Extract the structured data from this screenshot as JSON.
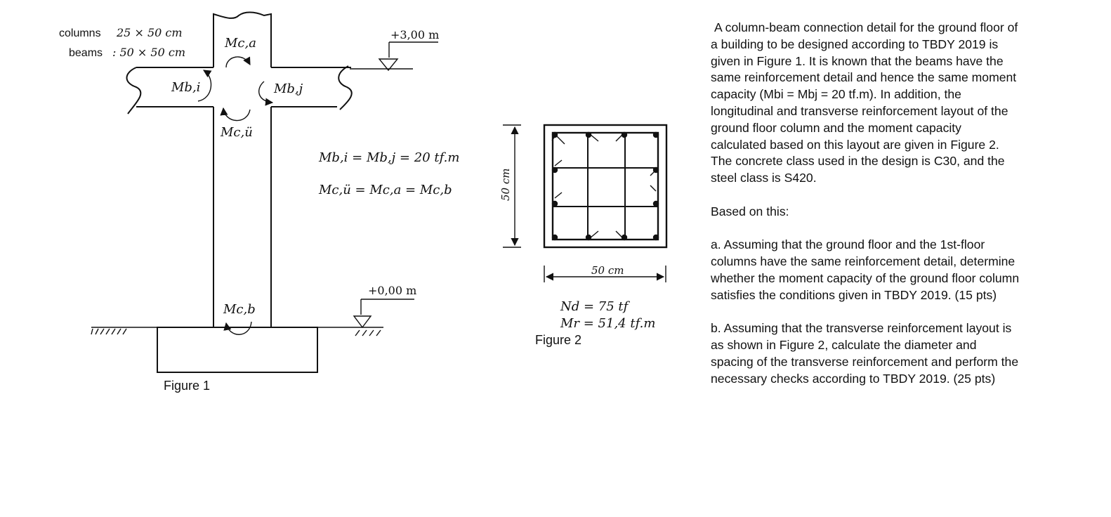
{
  "figure1": {
    "caption": "Figure 1",
    "columns_label": "columns",
    "columns_size": "25 × 50 cm",
    "beams_label": "beams",
    "beams_size": ": 50 × 50 cm",
    "elevation_top": "+3,00 m",
    "elevation_bottom": "+0,00 m",
    "moment_labels": {
      "mca": "Mc,a",
      "mbi": "Mb,i",
      "mbj": "Mb,j",
      "mcu": "Mc,ü",
      "mcb": "Mc,b"
    },
    "equation_1": "Mb,i = Mb,j = 20 tf.m",
    "equation_2": "Mc,ü = Mc,a = Mc,b"
  },
  "figure2": {
    "caption": "Figure 2",
    "height_dim": "50 cm",
    "width_dim": "50 cm",
    "nd": "Nd = 75 tf",
    "mr": "Mr = 51,4 tf.m"
  },
  "problem": {
    "intro": "A column-beam connection detail for the ground floor of a building to be designed according to TBDY 2019 is given in Figure 1. It is known that the beams have the same reinforcement detail and hence the same moment capacity (Mbi = Mbj = 20 tf.m). In addition, the longitudinal and transverse reinforcement layout of the ground floor column and the moment capacity calculated based on this layout are given in Figure 2. The concrete class used in the design is C30, and the steel class is S420.",
    "based_on": "Based on this:",
    "part_a": "a. Assuming that the ground floor and the 1st-floor columns have the same reinforcement detail, determine whether the moment capacity of the ground floor column satisfies the conditions given in TBDY 2019. (15 pts)",
    "part_b": "b. Assuming that the transverse reinforcement layout is as shown in Figure 2, calculate the diameter and spacing of the transverse reinforcement and perform the necessary checks according to TBDY 2019. (25 pts)"
  }
}
